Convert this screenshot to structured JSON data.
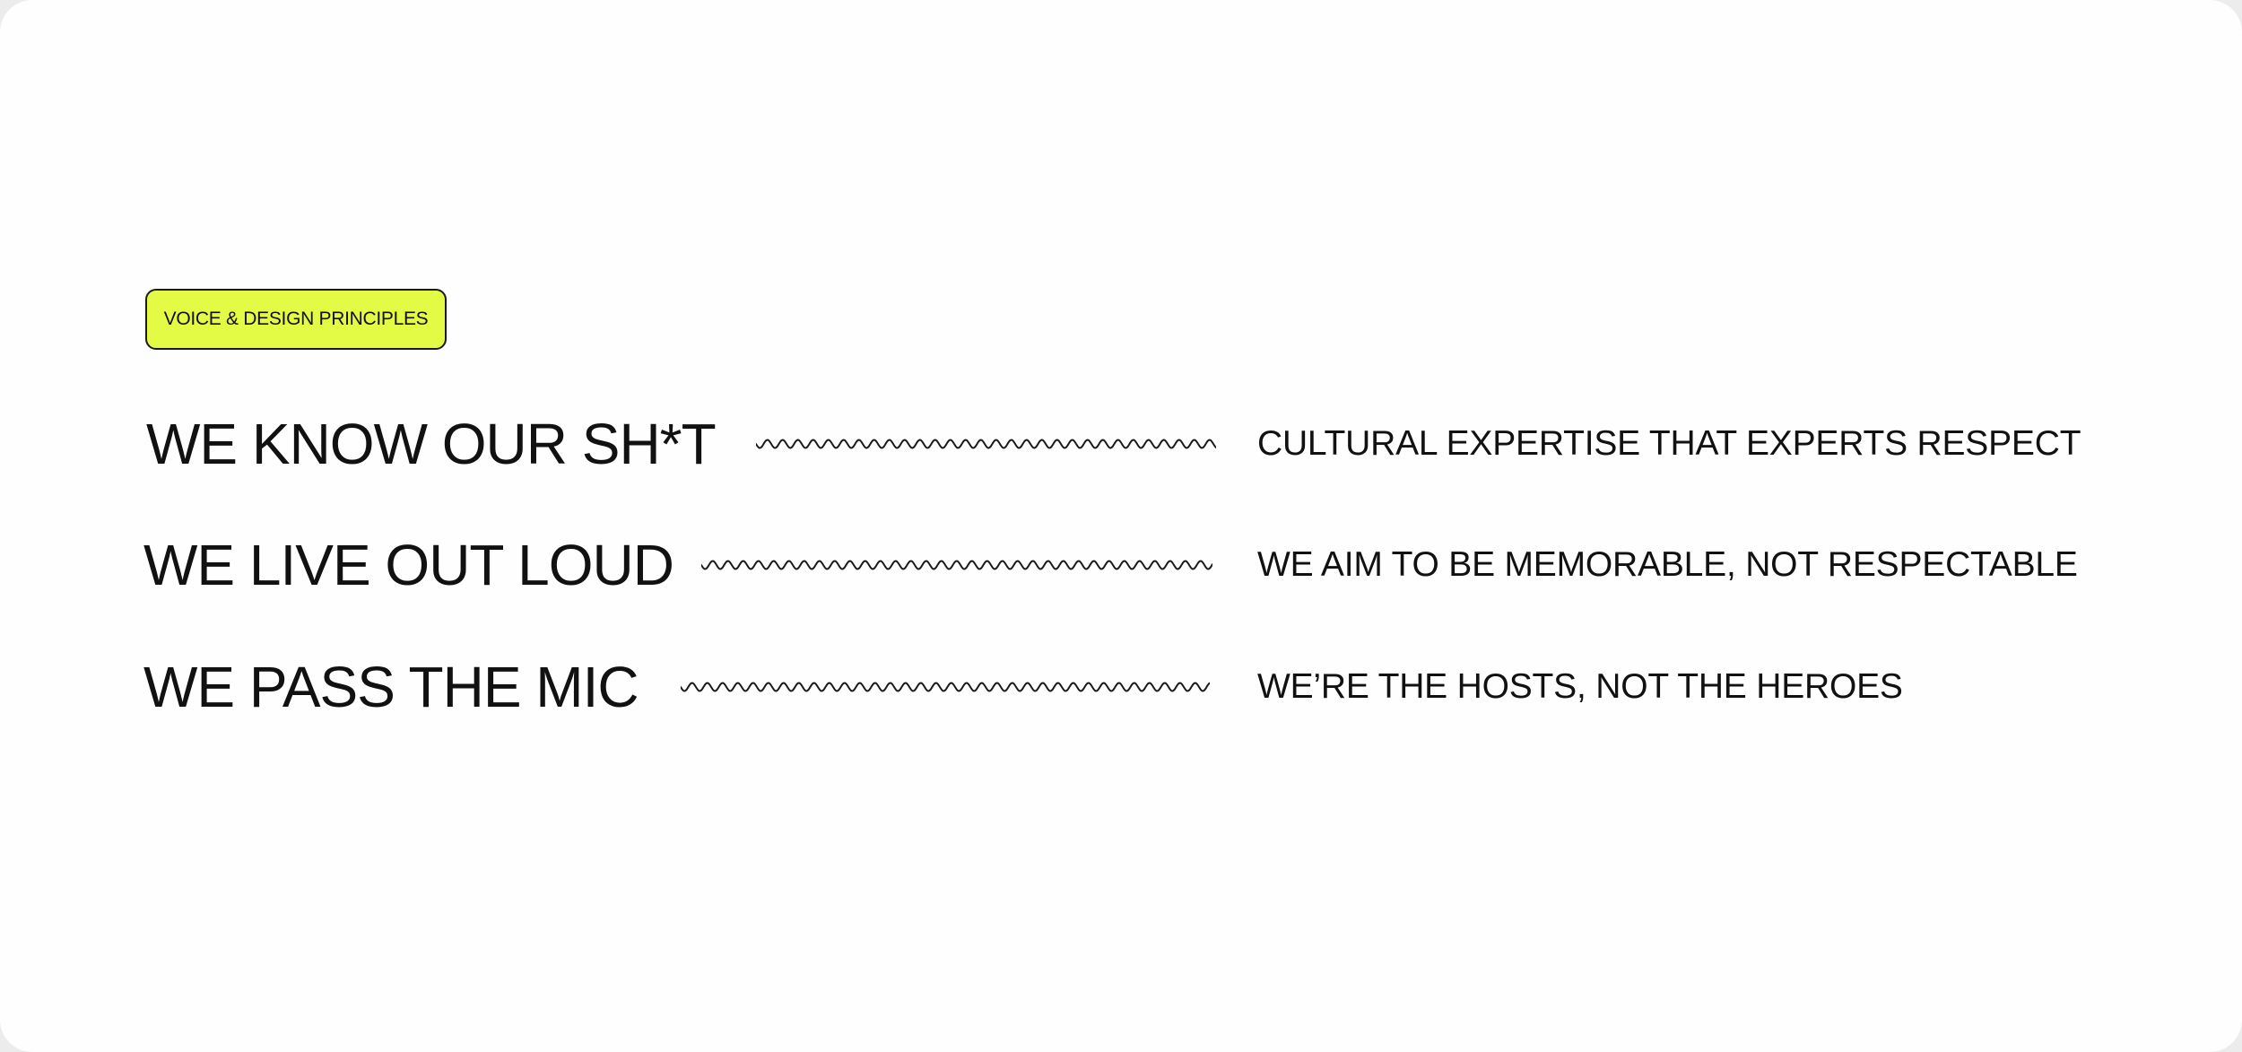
{
  "badge": {
    "label": "VOICE & DESIGN PRINCIPLES"
  },
  "principles": [
    {
      "title": "WE KNOW OUR SH*T",
      "description": "CULTURAL EXPERTISE THAT EXPERTS RESPECT"
    },
    {
      "title": "WE LIVE OUT LOUD",
      "description": "WE AIM TO BE MEMORABLE, NOT RESPECTABLE"
    },
    {
      "title": "WE PASS THE MIC",
      "description": "WE’RE THE HOSTS, NOT THE HEROES"
    }
  ],
  "colors": {
    "badge_background": "#e4fb45",
    "text": "#111111",
    "card_background": "#fefefe"
  }
}
